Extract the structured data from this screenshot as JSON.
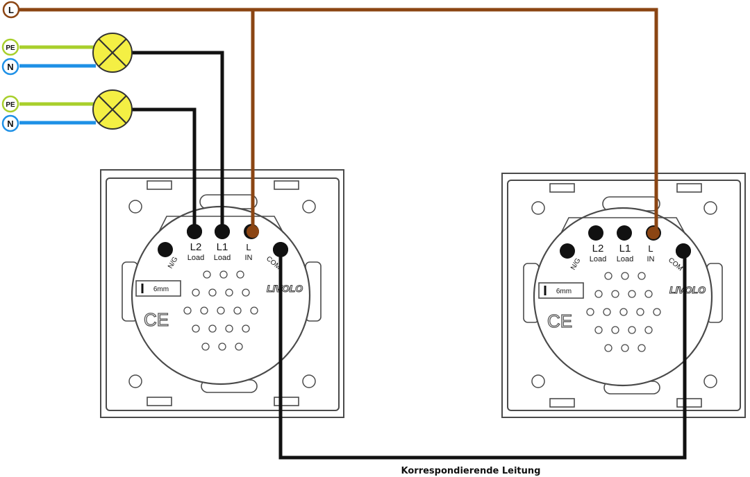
{
  "supply": {
    "phase_label": "L",
    "earth_label": "PE",
    "neutral_label": "N"
  },
  "switch": {
    "terminal_l2": "L2",
    "terminal_l2_sub": "Load",
    "terminal_l1": "L1",
    "terminal_l1_sub": "Load",
    "terminal_l": "L",
    "terminal_l_sub": "IN",
    "terminal_ng": "N/G",
    "terminal_com": "COM",
    "depth_label": "6mm",
    "brand": "LIVOLO",
    "ce_mark": "CE"
  },
  "caption": "Korrespondierende Leitung",
  "colors": {
    "phase_wire": "#8b4513",
    "switched_wire": "#111111",
    "earth_wire": "#a8cf2b",
    "neutral_wire": "#1e90e6",
    "lamp_fill": "#f4ef44"
  }
}
